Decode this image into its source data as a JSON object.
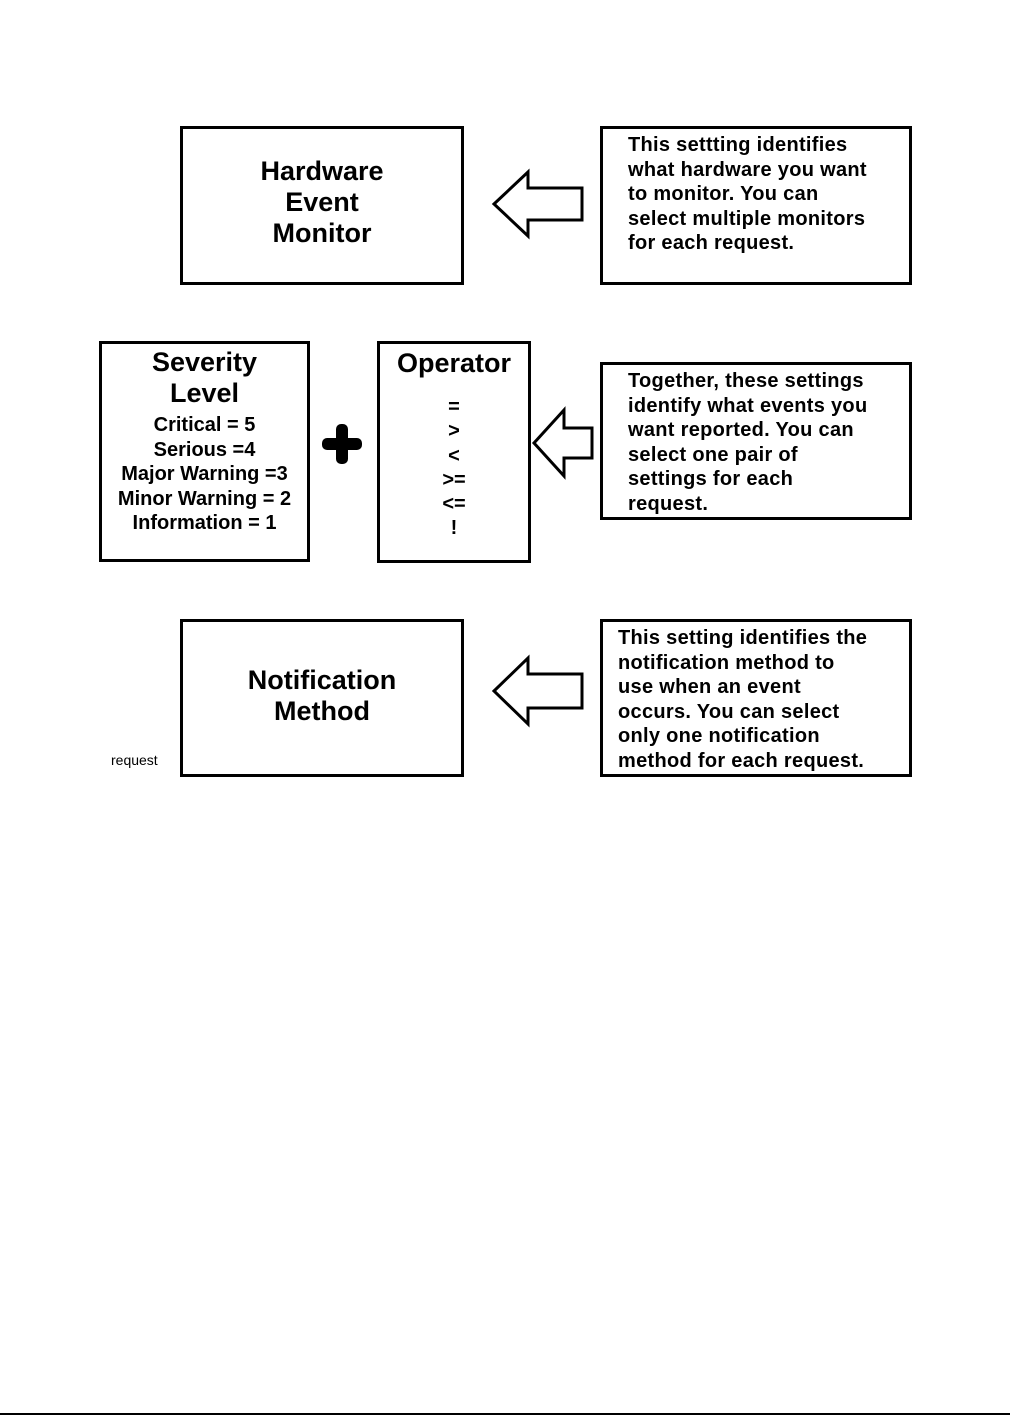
{
  "hardware": {
    "title_lines": [
      "Hardware",
      "Event",
      "Monitor"
    ],
    "desc_lines": [
      "This settting identifies",
      "what hardware you want",
      "to monitor.  You can",
      "select multiple monitors",
      "for each request."
    ]
  },
  "severity": {
    "title_lines": [
      "Severity",
      "Level"
    ],
    "items": [
      "Critical = 5",
      "Serious =4",
      "Major Warning =3",
      "Minor Warning = 2",
      "Information = 1"
    ]
  },
  "operator": {
    "title": "Operator",
    "items": [
      "=",
      ">",
      "<",
      ">=",
      "<=",
      "!"
    ]
  },
  "together": {
    "desc_lines": [
      "Together, these settings",
      "identify what events you",
      "want reported.  You can",
      "select one pair of",
      "settings for each",
      "request."
    ]
  },
  "notification": {
    "title_lines": [
      "Notification",
      "Method"
    ],
    "side_label": "request",
    "desc_lines": [
      "This setting identifies the",
      "notification method to",
      "use when an event",
      "occurs.  You can select",
      "only one notification",
      "method for each request."
    ]
  }
}
